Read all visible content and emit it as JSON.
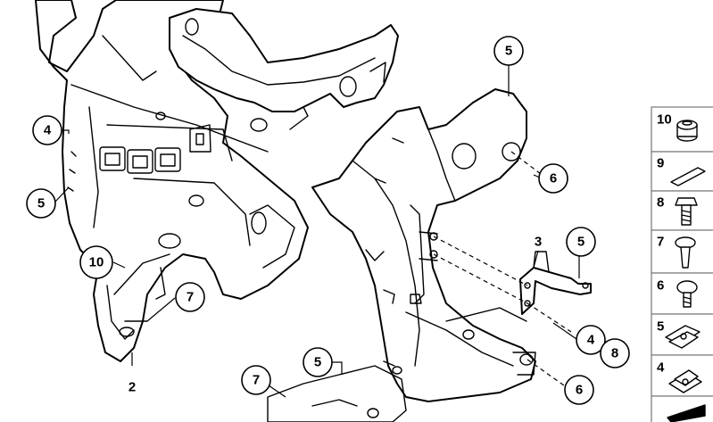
{
  "diagram": {
    "callouts": [
      {
        "id": "c-4-left",
        "label": "4"
      },
      {
        "id": "c-5-left",
        "label": "5"
      },
      {
        "id": "c-10-left",
        "label": "10"
      },
      {
        "id": "c-7-left",
        "label": "7"
      },
      {
        "id": "c-5-top",
        "label": "5"
      },
      {
        "id": "c-6-right",
        "label": "6"
      },
      {
        "id": "c-5-bracket",
        "label": "5"
      },
      {
        "id": "c-4-mid",
        "label": "4"
      },
      {
        "id": "c-8-mid",
        "label": "8"
      },
      {
        "id": "c-6-lower",
        "label": "6"
      },
      {
        "id": "c-5-center",
        "label": "5"
      },
      {
        "id": "c-7-bottom",
        "label": "7"
      }
    ],
    "plain_labels": [
      {
        "id": "l-2",
        "label": "2"
      },
      {
        "id": "l-3",
        "label": "3"
      }
    ]
  },
  "legend": {
    "items": [
      {
        "number": "10",
        "icon": "rubber-buffer-icon"
      },
      {
        "number": "9",
        "icon": "strip-pad-icon"
      },
      {
        "number": "8",
        "icon": "hex-bolt-icon"
      },
      {
        "number": "7",
        "icon": "expanding-rivet-icon"
      },
      {
        "number": "6",
        "icon": "oval-head-screw-icon"
      },
      {
        "number": "5",
        "icon": "spring-nut-icon"
      },
      {
        "number": "4",
        "icon": "clip-nut-icon"
      },
      {
        "number": "",
        "icon": "wedge-shim-icon"
      }
    ]
  }
}
